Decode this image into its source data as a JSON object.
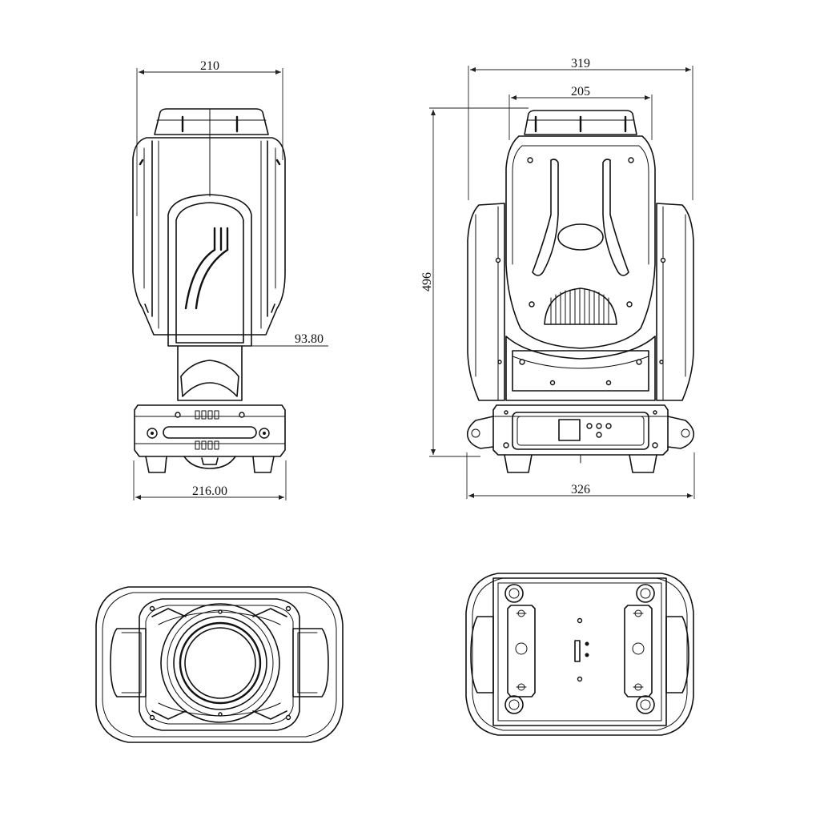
{
  "dimensions": {
    "side_top_width": "210",
    "side_arm_offset": "93.80",
    "side_base_width": "216.00",
    "front_total_width": "319",
    "front_head_width": "205",
    "front_height": "496",
    "front_base_width": "326"
  },
  "views": {
    "side": "side-view",
    "front": "front-view",
    "top": "top-view",
    "bottom": "bottom-view"
  }
}
